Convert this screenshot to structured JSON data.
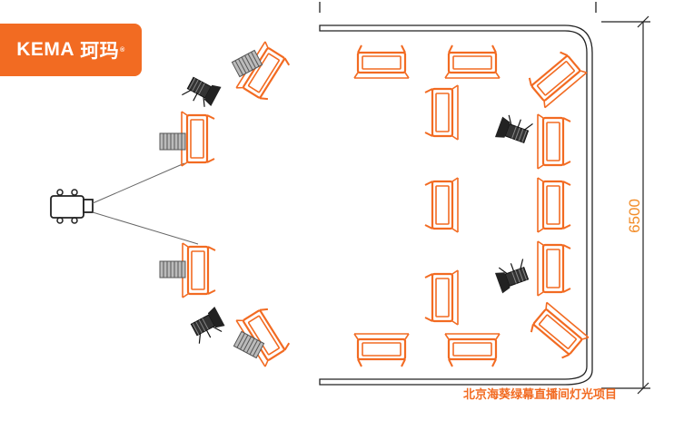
{
  "logo": {
    "brand": "KEMA",
    "brand_cn": "珂玛",
    "registered": "®"
  },
  "dimension": {
    "value": "6500"
  },
  "caption": {
    "text": "北京海葵绿幕直播间灯光项目"
  },
  "colors": {
    "accent": "#f26b22",
    "light_orange": "#f28c28",
    "line": "#333333"
  },
  "icons": {
    "panel_light": "led-panel-icon",
    "fresnel_light": "fresnel-spot-icon",
    "camera": "camera-icon"
  }
}
